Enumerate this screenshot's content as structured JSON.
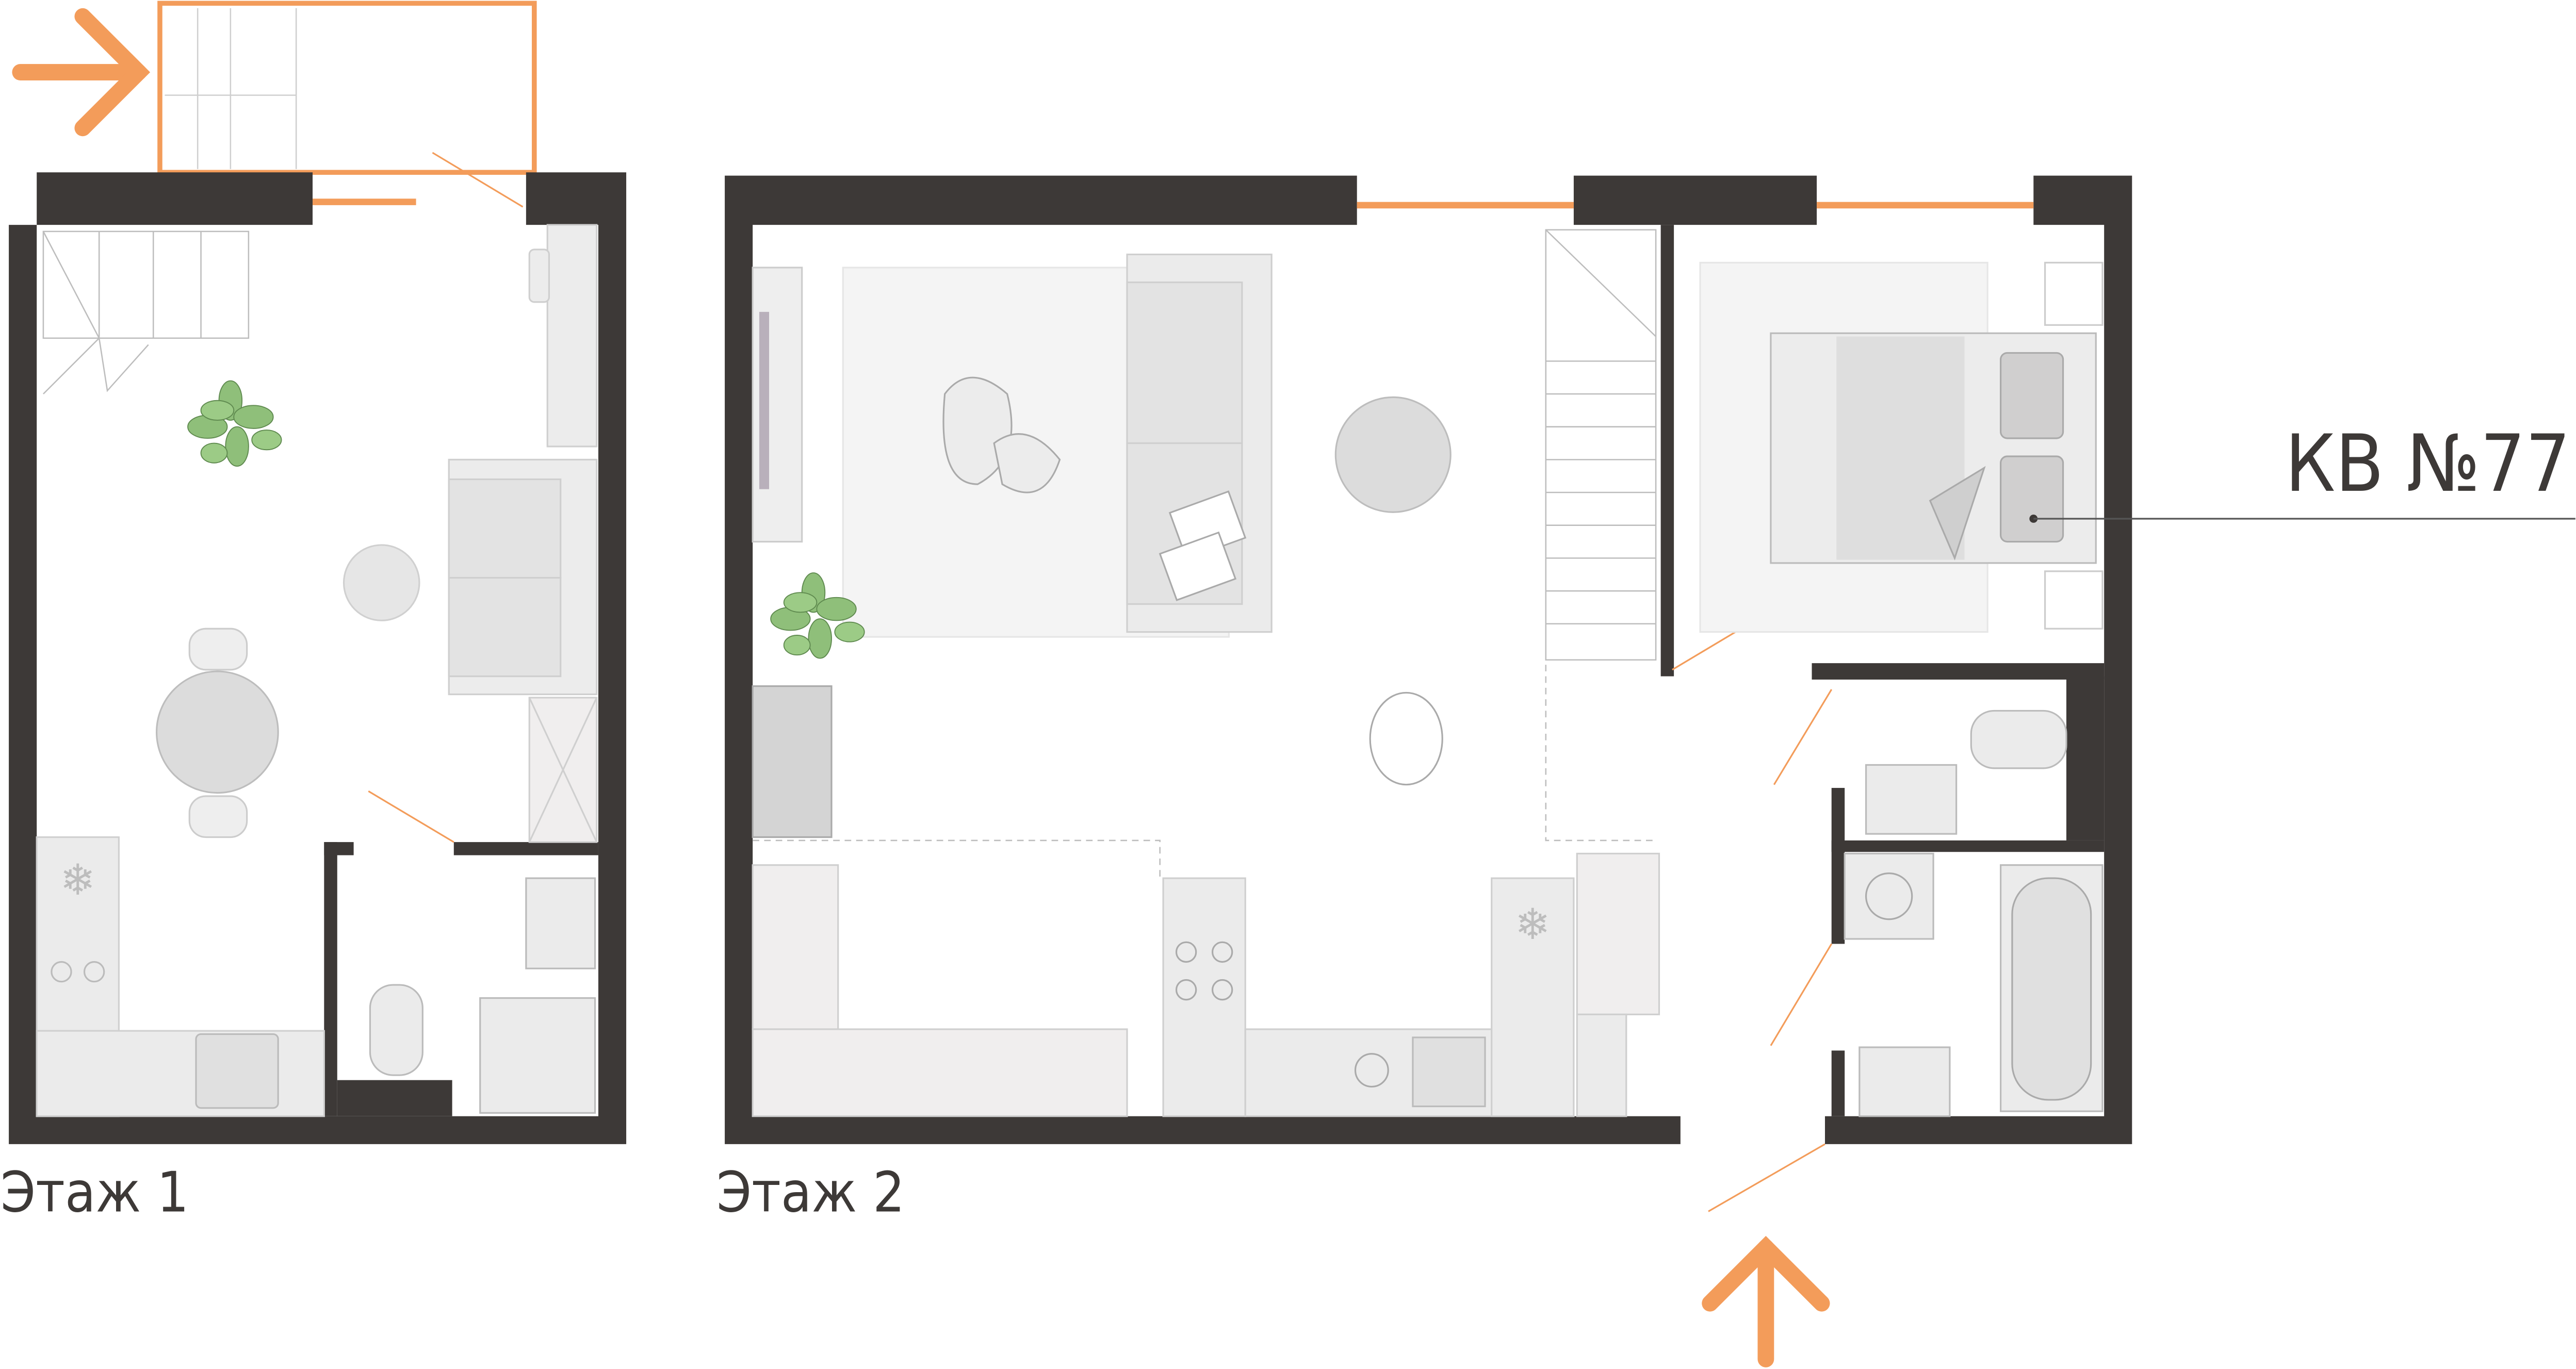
{
  "floors": [
    {
      "label": "Этаж 1"
    },
    {
      "label": "Этаж 2"
    }
  ],
  "apartment": {
    "label": "КВ №77"
  },
  "colors": {
    "wall": "#3d3937",
    "accent": "#f39c5a",
    "furniture": "#e6e6e6",
    "furniture_stroke": "#c9c9c9",
    "plant": "#8fbf7a"
  },
  "icons": [
    "entrance-arrow-icon",
    "plant-icon",
    "snowflake-icon",
    "stove-icon",
    "sink-icon",
    "toilet-icon",
    "bathtub-icon",
    "washing-machine-icon"
  ]
}
